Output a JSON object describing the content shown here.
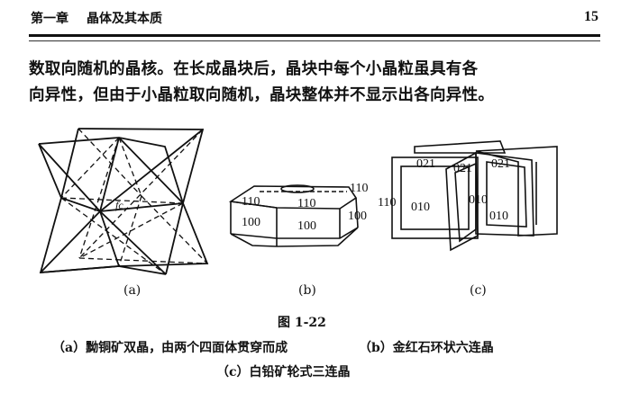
{
  "header": {
    "chapter": "第一章",
    "title": "晶体及其本质",
    "page_number": "15"
  },
  "body": {
    "lines": [
      "数取向随机的晶核。在长成晶块后，晶块中每个小晶粒虽具有各",
      "向异性，但由于小晶粒取向随机，晶块整体并不显示出各向异性。"
    ]
  },
  "figure": {
    "panel_labels": [
      "(a)",
      "(b)",
      "(c)"
    ],
    "a_marks": {
      "center": "fc"
    },
    "b_faces": [
      "110",
      "110",
      "110",
      "100",
      "100",
      "100"
    ],
    "c_faces": [
      "021",
      "021",
      "021",
      "110",
      "010",
      "010",
      "010"
    ],
    "number": "图 1-22",
    "caption_a": "（a）黝铜矿双晶，由两个四面体贯穿而成",
    "caption_b": "（b）金红石环状六连晶",
    "caption_c": "（c）白铅矿轮式三连晶"
  }
}
